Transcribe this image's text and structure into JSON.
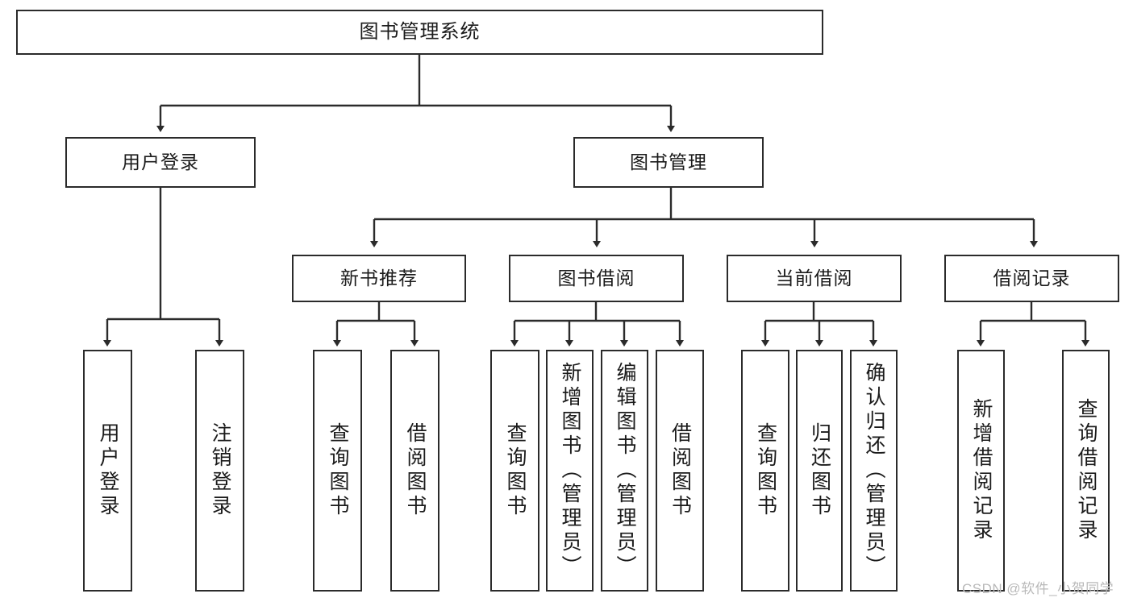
{
  "diagram": {
    "title": "图书管理系统",
    "type": "tree",
    "orientation": "top-down",
    "style": {
      "box_border_color": "#2b2b2b",
      "box_fill_color": "#ffffff",
      "line_color": "#2b2b2b",
      "text_color": "#1b1b1b",
      "background": "#ffffff"
    },
    "levels": [
      {
        "level": 1,
        "nodes": [
          {
            "id": "root",
            "label": "图书管理系统",
            "orientation": "horizontal"
          }
        ]
      },
      {
        "level": 2,
        "nodes": [
          {
            "id": "login",
            "label": "用户登录",
            "orientation": "horizontal",
            "parent": "root"
          },
          {
            "id": "bookmgmt",
            "label": "图书管理",
            "orientation": "horizontal",
            "parent": "root"
          }
        ]
      },
      {
        "level": 3,
        "nodes": [
          {
            "id": "newbook",
            "label": "新书推荐",
            "orientation": "horizontal",
            "parent": "bookmgmt"
          },
          {
            "id": "borrow",
            "label": "图书借阅",
            "orientation": "horizontal",
            "parent": "bookmgmt"
          },
          {
            "id": "current",
            "label": "当前借阅",
            "orientation": "horizontal",
            "parent": "bookmgmt"
          },
          {
            "id": "records",
            "label": "借阅记录",
            "orientation": "horizontal",
            "parent": "bookmgmt"
          }
        ]
      },
      {
        "level": 4,
        "nodes": [
          {
            "id": "leaf1",
            "label": "用户登录",
            "orientation": "vertical",
            "parent": "login"
          },
          {
            "id": "leaf2",
            "label": "注销登录",
            "orientation": "vertical",
            "parent": "login"
          },
          {
            "id": "leaf3",
            "label": "查询图书",
            "orientation": "vertical",
            "parent": "newbook"
          },
          {
            "id": "leaf4",
            "label": "借阅图书",
            "orientation": "vertical",
            "parent": "newbook"
          },
          {
            "id": "leaf5",
            "label": "查询图书",
            "orientation": "vertical",
            "parent": "borrow"
          },
          {
            "id": "leaf6",
            "label": "新增图书（管理员）",
            "orientation": "vertical",
            "parent": "borrow"
          },
          {
            "id": "leaf7",
            "label": "编辑图书（管理员）",
            "orientation": "vertical",
            "parent": "borrow"
          },
          {
            "id": "leaf8",
            "label": "借阅图书",
            "orientation": "vertical",
            "parent": "borrow"
          },
          {
            "id": "leaf9",
            "label": "查询图书",
            "orientation": "vertical",
            "parent": "current"
          },
          {
            "id": "leaf10",
            "label": "归还图书",
            "orientation": "vertical",
            "parent": "current"
          },
          {
            "id": "leaf11",
            "label": "确认归还（管理员）",
            "orientation": "vertical",
            "parent": "current"
          },
          {
            "id": "leaf12",
            "label": "新增借阅记录",
            "orientation": "vertical",
            "parent": "records"
          },
          {
            "id": "leaf13",
            "label": "查询借阅记录",
            "orientation": "vertical",
            "parent": "records"
          }
        ]
      }
    ]
  },
  "watermark": {
    "text": "CSDN @软件_小贺同学"
  }
}
